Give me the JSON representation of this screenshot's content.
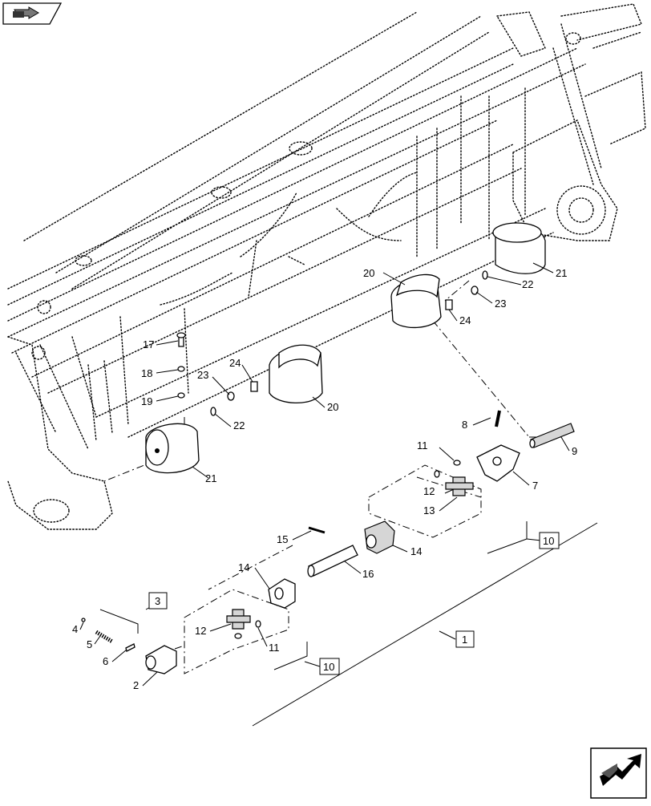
{
  "callouts": [
    {
      "id": "c-17",
      "text": "17"
    },
    {
      "id": "c-18",
      "text": "18"
    },
    {
      "id": "c-19",
      "text": "19"
    },
    {
      "id": "c-23a",
      "text": "23"
    },
    {
      "id": "c-24a",
      "text": "24"
    },
    {
      "id": "c-22a",
      "text": "22"
    },
    {
      "id": "c-20a",
      "text": "20"
    },
    {
      "id": "c-21a",
      "text": "21"
    },
    {
      "id": "c-20b",
      "text": "20"
    },
    {
      "id": "c-21b",
      "text": "21"
    },
    {
      "id": "c-22b",
      "text": "22"
    },
    {
      "id": "c-23b",
      "text": "23"
    },
    {
      "id": "c-24b",
      "text": "24"
    },
    {
      "id": "c-8",
      "text": "8"
    },
    {
      "id": "c-9",
      "text": "9"
    },
    {
      "id": "c-11a",
      "text": "11"
    },
    {
      "id": "c-12a",
      "text": "12"
    },
    {
      "id": "c-13",
      "text": "13"
    },
    {
      "id": "c-7",
      "text": "7"
    },
    {
      "id": "c-15",
      "text": "15"
    },
    {
      "id": "c-14a",
      "text": "14"
    },
    {
      "id": "c-14b",
      "text": "14"
    },
    {
      "id": "c-16",
      "text": "16"
    },
    {
      "id": "c-4",
      "text": "4"
    },
    {
      "id": "c-5",
      "text": "5"
    },
    {
      "id": "c-6",
      "text": "6"
    },
    {
      "id": "c-2",
      "text": "2"
    },
    {
      "id": "c-12b",
      "text": "12"
    },
    {
      "id": "c-11b",
      "text": "11"
    }
  ],
  "boxes": [
    {
      "id": "b-3",
      "text": "3"
    },
    {
      "id": "b-10a",
      "text": "10"
    },
    {
      "id": "b-10b",
      "text": "10"
    },
    {
      "id": "b-1",
      "text": "1"
    }
  ],
  "icons": {
    "top_left": "view-orientation-icon",
    "bottom_right": "next-page-arrow-icon"
  }
}
